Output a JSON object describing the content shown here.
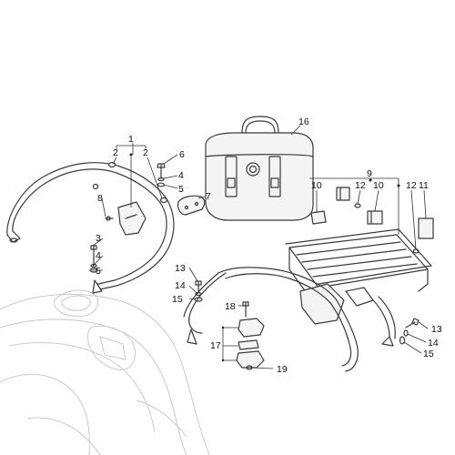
{
  "callouts": [
    {
      "id": "c1",
      "text": "1"
    },
    {
      "id": "c2a",
      "text": "2"
    },
    {
      "id": "c2b",
      "text": "2"
    },
    {
      "id": "c3",
      "text": "3"
    },
    {
      "id": "c4a",
      "text": "4"
    },
    {
      "id": "c4b",
      "text": "4"
    },
    {
      "id": "c5a",
      "text": "5"
    },
    {
      "id": "c5b",
      "text": "5"
    },
    {
      "id": "c6",
      "text": "6"
    },
    {
      "id": "c7",
      "text": "7"
    },
    {
      "id": "c8",
      "text": "8"
    },
    {
      "id": "c9",
      "text": "9"
    },
    {
      "id": "c10a",
      "text": "10"
    },
    {
      "id": "c10b",
      "text": "10"
    },
    {
      "id": "c11",
      "text": "11"
    },
    {
      "id": "c12a",
      "text": "12"
    },
    {
      "id": "c12b",
      "text": "12"
    },
    {
      "id": "c13a",
      "text": "13"
    },
    {
      "id": "c13b",
      "text": "13"
    },
    {
      "id": "c14a",
      "text": "14"
    },
    {
      "id": "c14b",
      "text": "14"
    },
    {
      "id": "c15a",
      "text": "15"
    },
    {
      "id": "c15b",
      "text": "15"
    },
    {
      "id": "c16",
      "text": "16"
    },
    {
      "id": "c17",
      "text": "17"
    },
    {
      "id": "c18",
      "text": "18"
    },
    {
      "id": "c19",
      "text": "19"
    }
  ]
}
